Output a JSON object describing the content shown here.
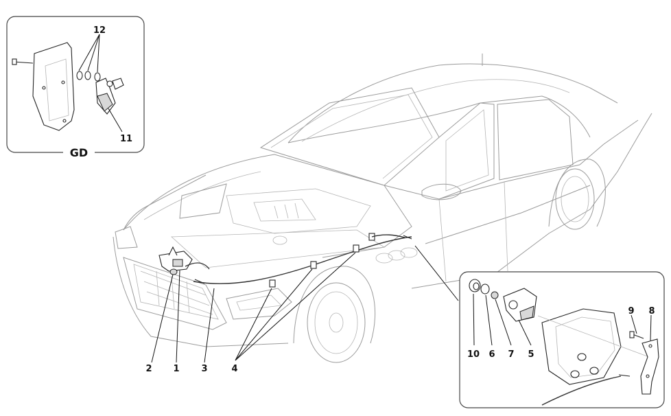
{
  "diagram": {
    "inset_label": "GD",
    "callouts": [
      "1",
      "2",
      "3",
      "4",
      "5",
      "6",
      "7",
      "8",
      "9",
      "10",
      "11",
      "12"
    ]
  }
}
